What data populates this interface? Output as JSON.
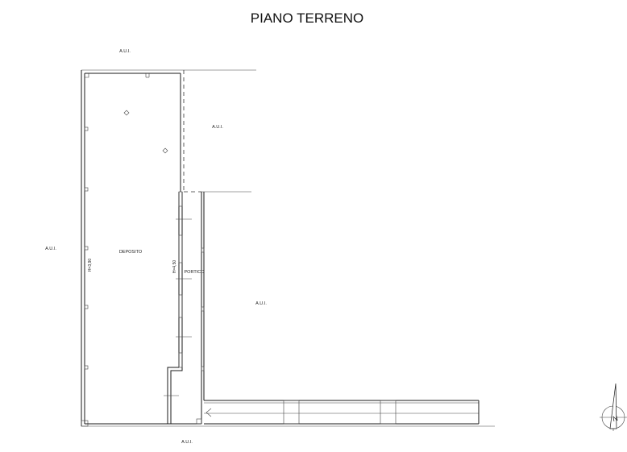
{
  "title": "PIANO TERRENO",
  "labels": {
    "aui_top": "A.U.I.",
    "aui_right_upper": "A.U.I.",
    "aui_left": "A.U.I.",
    "aui_center_right": "A.U.I.",
    "aui_bottom": "A.U.I.",
    "room_deposito": "DEPOSITO",
    "room_portico": "PORTICO",
    "height_deposito": "H=3,90",
    "height_portico": "H=4,50",
    "north": "N"
  }
}
